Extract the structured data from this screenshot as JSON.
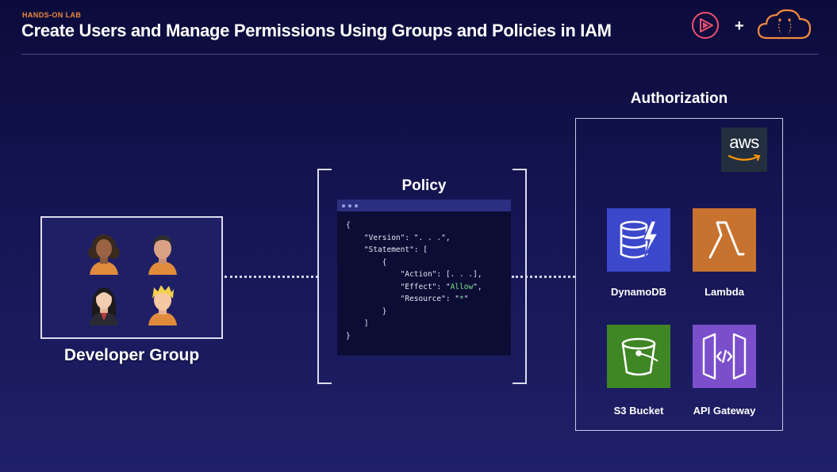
{
  "header": {
    "eyebrow": "HANDS-ON LAB",
    "title": "Create Users and Manage Permissions Using Groups and Policies in IAM",
    "plus": "+"
  },
  "developer_group": {
    "label": "Developer Group",
    "avatars": [
      "developer-avatar-1",
      "developer-avatar-2",
      "developer-avatar-3",
      "developer-avatar-4"
    ]
  },
  "policy": {
    "title": "Policy",
    "code": [
      {
        "text": "{"
      },
      {
        "text": "    \"Version\": \". . .\","
      },
      {
        "text": "    \"Statement\": ["
      },
      {
        "text": "        {"
      },
      {
        "text": "            \"Action\": [. . .],"
      },
      {
        "pre": "            \"Effect\": \"",
        "value": "Allow",
        "post": "\","
      },
      {
        "pre": "            \"Resource\": \"",
        "value": "*",
        "post": "\""
      },
      {
        "text": "        }"
      },
      {
        "text": "    ]"
      },
      {
        "text": "}"
      }
    ]
  },
  "authorization": {
    "title": "Authorization",
    "aws_logo_text": "aws",
    "services": [
      {
        "name": "DynamoDB",
        "icon": "dynamodb-icon",
        "color": "#3b48cc"
      },
      {
        "name": "Lambda",
        "icon": "lambda-icon",
        "color": "#c8722f"
      },
      {
        "name": "S3 Bucket",
        "icon": "s3-bucket-icon",
        "color": "#3f8624"
      },
      {
        "name": "API Gateway",
        "icon": "api-gateway-icon",
        "color": "#7b4fcc"
      }
    ]
  },
  "colors": {
    "accent_orange": "#f08a3c",
    "background_top": "#0b0b3b",
    "background_bottom": "#1f2068",
    "code_value_green": "#7ee08a"
  }
}
